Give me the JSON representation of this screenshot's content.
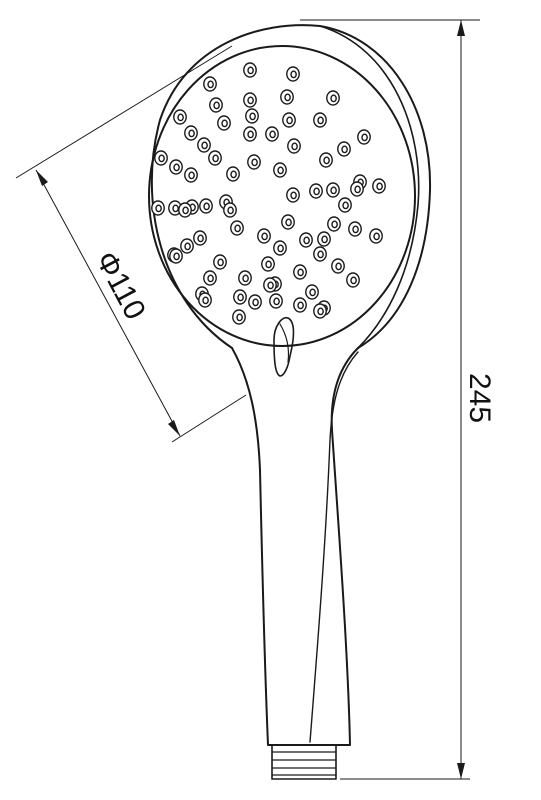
{
  "dimensions": {
    "diameter_label": "Φ110",
    "length_label": "245"
  },
  "nozzle_count": 74
}
